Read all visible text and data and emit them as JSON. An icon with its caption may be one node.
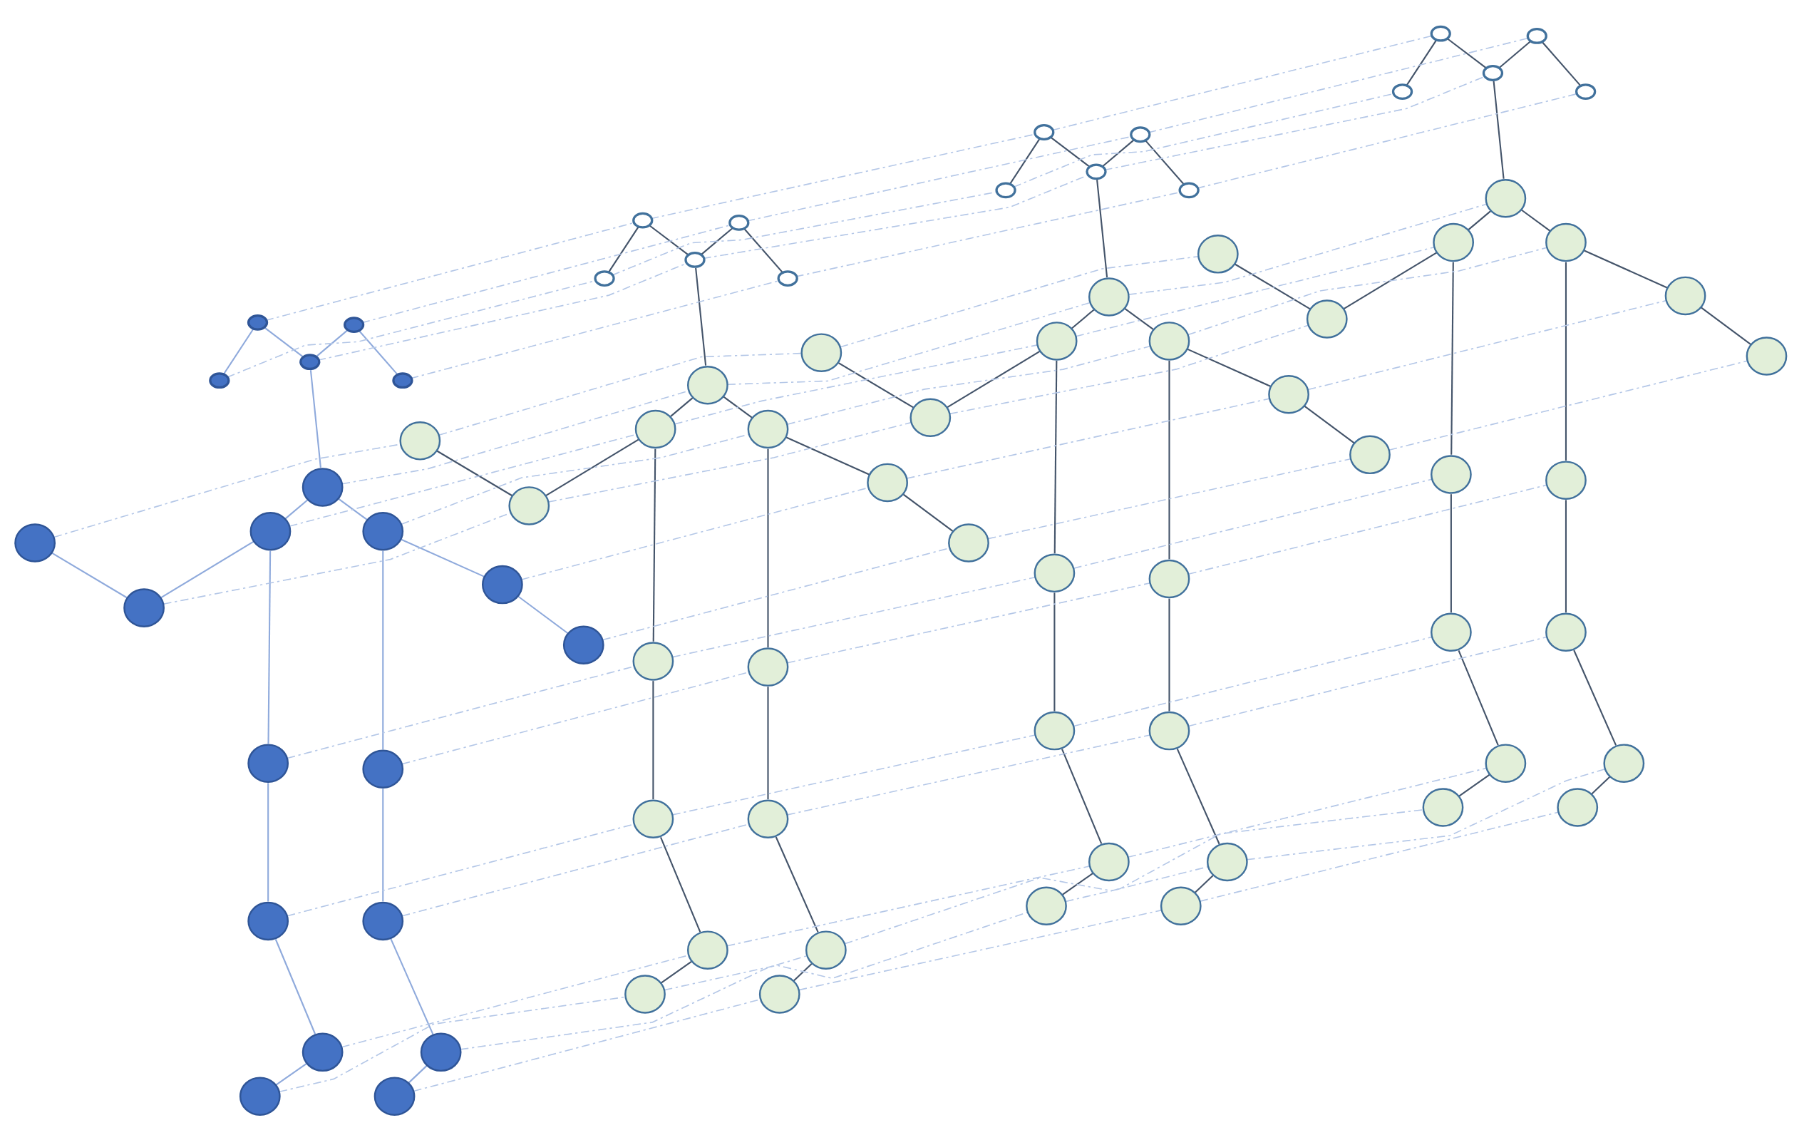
{
  "diagram": {
    "nodes": [
      {
        "text": [],
        "shape": "circle"
      },
      {
        "text": [],
        "shape": "circle"
      },
      {
        "text": [],
        "shape": "circle"
      },
      {
        "text": [],
        "shape": "circle"
      },
      {
        "text": [],
        "shape": "circle"
      },
      {
        "text": [],
        "shape": "circle"
      },
      {
        "text": [],
        "shape": "circle"
      },
      {
        "text": [],
        "shape": "circle"
      },
      {
        "text": [],
        "shape": "circle"
      },
      {
        "text": [],
        "shape": "circle"
      },
      {
        "text": [],
        "shape": "circle"
      },
      {
        "text": [],
        "shape": "circle"
      },
      {
        "text": [],
        "shape": "circle"
      },
      {
        "text": [],
        "shape": "circle"
      },
      {
        "text": [],
        "shape": "circle"
      },
      {
        "text": [],
        "shape": "circle"
      },
      {
        "text": [],
        "shape": "circle"
      },
      {
        "text": [],
        "shape": "circle"
      },
      {
        "text": [],
        "shape": "circle"
      },
      {
        "text": [],
        "shape": "circle"
      },
      {
        "text": [],
        "shape": "circle"
      },
      {
        "text": [],
        "shape": "circle"
      },
      {
        "text": [],
        "shape": "circle"
      },
      {
        "text": [],
        "shape": "circle"
      },
      {
        "text": [],
        "shape": "circle"
      },
      {
        "text": [],
        "shape": "circle"
      },
      {
        "text": [],
        "shape": "circle"
      },
      {
        "text": [],
        "shape": "circle"
      },
      {
        "text": [],
        "shape": "circle"
      },
      {
        "text": [],
        "shape": "circle"
      },
      {
        "text": [],
        "shape": "circle"
      },
      {
        "text": [],
        "shape": "circle"
      },
      {
        "text": [],
        "shape": "circle"
      },
      {
        "text": [],
        "shape": "circle"
      },
      {
        "text": [],
        "shape": "circle"
      },
      {
        "text": [],
        "shape": "circle"
      },
      {
        "text": [],
        "shape": "circle"
      },
      {
        "text": [],
        "shape": "circle"
      },
      {
        "text": [],
        "shape": "circle"
      },
      {
        "text": [],
        "shape": "circle"
      },
      {
        "text": [],
        "shape": "circle"
      },
      {
        "text": [],
        "shape": "circle"
      },
      {
        "text": [],
        "shape": "circle"
      },
      {
        "text": [],
        "shape": "circle"
      },
      {
        "text": [],
        "shape": "circle"
      },
      {
        "text": [],
        "shape": "circle"
      },
      {
        "text": [],
        "shape": "circle"
      },
      {
        "text": [],
        "shape": "circle"
      },
      {
        "text": [],
        "shape": "circle"
      },
      {
        "text": [],
        "shape": "circle"
      },
      {
        "text": [],
        "shape": "circle"
      },
      {
        "text": [],
        "shape": "circle"
      },
      {
        "text": [],
        "shape": "circle"
      },
      {
        "text": [],
        "shape": "circle"
      },
      {
        "text": [],
        "shape": "circle"
      },
      {
        "text": [],
        "shape": "circle"
      },
      {
        "text": [],
        "shape": "circle"
      },
      {
        "text": [],
        "shape": "circle"
      },
      {
        "text": [],
        "shape": "circle"
      },
      {
        "text": [],
        "shape": "circle"
      },
      {
        "text": [],
        "shape": "circle"
      },
      {
        "text": [],
        "shape": "circle"
      },
      {
        "text": [],
        "shape": "circle"
      },
      {
        "text": [],
        "shape": "circle"
      },
      {
        "text": [],
        "shape": "circle"
      },
      {
        "text": [],
        "shape": "circle"
      },
      {
        "text": [],
        "shape": "circle"
      },
      {
        "text": [],
        "shape": "circle"
      },
      {
        "text": [],
        "shape": "circle"
      },
      {
        "text": [],
        "shape": "circle"
      },
      {
        "text": [],
        "shape": "circle"
      },
      {
        "text": [],
        "shape": "circle"
      },
      {
        "text": [],
        "shape": "circle"
      },
      {
        "text": [],
        "shape": "circle"
      },
      {
        "text": [],
        "shape": "circle"
      },
      {
        "text": [],
        "shape": "circle"
      },
      {
        "text": [],
        "shape": "circle"
      },
      {
        "text": [],
        "shape": "circle"
      },
      {
        "text": [],
        "shape": "circle"
      },
      {
        "text": [],
        "shape": "circle"
      }
    ],
    "edges": [
      {
        "from": 3,
        "to": 0,
        "arrow": "none",
        "color": "#8faadc"
      },
      {
        "from": 0,
        "to": 2,
        "arrow": "none",
        "color": "#8faadc"
      },
      {
        "from": 3,
        "to": 1,
        "arrow": "none",
        "color": "#8faadc"
      },
      {
        "from": 1,
        "to": 4,
        "arrow": "none",
        "color": "#8faadc"
      },
      {
        "from": 3,
        "to": 5,
        "arrow": "none",
        "color": "#8faadc"
      },
      {
        "from": 5,
        "to": 6,
        "arrow": "none",
        "color": "#8faadc"
      },
      {
        "from": 5,
        "to": 7,
        "arrow": "none",
        "color": "#8faadc"
      },
      {
        "from": 6,
        "to": 9,
        "arrow": "none",
        "color": "#8faadc"
      },
      {
        "from": 9,
        "to": 8,
        "arrow": "none",
        "color": "#8faadc"
      },
      {
        "from": 7,
        "to": 10,
        "arrow": "none",
        "color": "#8faadc"
      },
      {
        "from": 10,
        "to": 11,
        "arrow": "none",
        "color": "#8faadc"
      },
      {
        "from": 6,
        "to": 12,
        "arrow": "none",
        "color": "#8faadc"
      },
      {
        "from": 7,
        "to": 13,
        "arrow": "none",
        "color": "#8faadc"
      },
      {
        "from": 12,
        "to": 14,
        "arrow": "none",
        "color": "#8faadc"
      },
      {
        "from": 13,
        "to": 15,
        "arrow": "none",
        "color": "#8faadc"
      },
      {
        "from": 14,
        "to": 16,
        "arrow": "none",
        "color": "#8faadc"
      },
      {
        "from": 15,
        "to": 17,
        "arrow": "none",
        "color": "#8faadc"
      },
      {
        "from": 16,
        "to": 18,
        "arrow": "none",
        "color": "#8faadc"
      },
      {
        "from": 17,
        "to": 19,
        "arrow": "none",
        "color": "#8faadc"
      },
      {
        "from": 23,
        "to": 20,
        "arrow": "none",
        "color": "#44546a"
      },
      {
        "from": 20,
        "to": 22,
        "arrow": "none",
        "color": "#44546a"
      },
      {
        "from": 23,
        "to": 21,
        "arrow": "none",
        "color": "#44546a"
      },
      {
        "from": 21,
        "to": 24,
        "arrow": "none",
        "color": "#44546a"
      },
      {
        "from": 23,
        "to": 25,
        "arrow": "none",
        "color": "#44546a"
      },
      {
        "from": 25,
        "to": 26,
        "arrow": "none",
        "color": "#44546a"
      },
      {
        "from": 25,
        "to": 27,
        "arrow": "none",
        "color": "#44546a"
      },
      {
        "from": 26,
        "to": 29,
        "arrow": "none",
        "color": "#44546a"
      },
      {
        "from": 29,
        "to": 28,
        "arrow": "none",
        "color": "#44546a"
      },
      {
        "from": 27,
        "to": 30,
        "arrow": "none",
        "color": "#44546a"
      },
      {
        "from": 30,
        "to": 31,
        "arrow": "none",
        "color": "#44546a"
      },
      {
        "from": 26,
        "to": 32,
        "arrow": "none",
        "color": "#44546a"
      },
      {
        "from": 27,
        "to": 33,
        "arrow": "none",
        "color": "#44546a"
      },
      {
        "from": 32,
        "to": 34,
        "arrow": "none",
        "color": "#44546a"
      },
      {
        "from": 33,
        "to": 35,
        "arrow": "none",
        "color": "#44546a"
      },
      {
        "from": 34,
        "to": 36,
        "arrow": "none",
        "color": "#44546a"
      },
      {
        "from": 35,
        "to": 37,
        "arrow": "none",
        "color": "#44546a"
      },
      {
        "from": 36,
        "to": 38,
        "arrow": "none",
        "color": "#44546a"
      },
      {
        "from": 37,
        "to": 39,
        "arrow": "none",
        "color": "#44546a"
      },
      {
        "from": 43,
        "to": 40,
        "arrow": "none",
        "color": "#44546a"
      },
      {
        "from": 40,
        "to": 42,
        "arrow": "none",
        "color": "#44546a"
      },
      {
        "from": 43,
        "to": 41,
        "arrow": "none",
        "color": "#44546a"
      },
      {
        "from": 41,
        "to": 44,
        "arrow": "none",
        "color": "#44546a"
      },
      {
        "from": 43,
        "to": 45,
        "arrow": "none",
        "color": "#44546a"
      },
      {
        "from": 45,
        "to": 46,
        "arrow": "none",
        "color": "#44546a"
      },
      {
        "from": 45,
        "to": 47,
        "arrow": "none",
        "color": "#44546a"
      },
      {
        "from": 46,
        "to": 49,
        "arrow": "none",
        "color": "#44546a"
      },
      {
        "from": 49,
        "to": 48,
        "arrow": "none",
        "color": "#44546a"
      },
      {
        "from": 47,
        "to": 50,
        "arrow": "none",
        "color": "#44546a"
      },
      {
        "from": 50,
        "to": 51,
        "arrow": "none",
        "color": "#44546a"
      },
      {
        "from": 46,
        "to": 52,
        "arrow": "none",
        "color": "#44546a"
      },
      {
        "from": 47,
        "to": 53,
        "arrow": "none",
        "color": "#44546a"
      },
      {
        "from": 52,
        "to": 54,
        "arrow": "none",
        "color": "#44546a"
      },
      {
        "from": 53,
        "to": 55,
        "arrow": "none",
        "color": "#44546a"
      },
      {
        "from": 54,
        "to": 56,
        "arrow": "none",
        "color": "#44546a"
      },
      {
        "from": 55,
        "to": 57,
        "arrow": "none",
        "color": "#44546a"
      },
      {
        "from": 56,
        "to": 58,
        "arrow": "none",
        "color": "#44546a"
      },
      {
        "from": 57,
        "to": 59,
        "arrow": "none",
        "color": "#44546a"
      },
      {
        "from": 63,
        "to": 60,
        "arrow": "none",
        "color": "#44546a"
      },
      {
        "from": 60,
        "to": 62,
        "arrow": "none",
        "color": "#44546a"
      },
      {
        "from": 63,
        "to": 61,
        "arrow": "none",
        "color": "#44546a"
      },
      {
        "from": 61,
        "to": 64,
        "arrow": "none",
        "color": "#44546a"
      },
      {
        "from": 63,
        "to": 65,
        "arrow": "none",
        "color": "#44546a"
      },
      {
        "from": 65,
        "to": 66,
        "arrow": "none",
        "color": "#44546a"
      },
      {
        "from": 65,
        "to": 67,
        "arrow": "none",
        "color": "#44546a"
      },
      {
        "from": 66,
        "to": 69,
        "arrow": "none",
        "color": "#44546a"
      },
      {
        "from": 69,
        "to": 68,
        "arrow": "none",
        "color": "#44546a"
      },
      {
        "from": 67,
        "to": 70,
        "arrow": "none",
        "color": "#44546a"
      },
      {
        "from": 70,
        "to": 71,
        "arrow": "none",
        "color": "#44546a"
      },
      {
        "from": 66,
        "to": 72,
        "arrow": "none",
        "color": "#44546a"
      },
      {
        "from": 67,
        "to": 73,
        "arrow": "none",
        "color": "#44546a"
      },
      {
        "from": 72,
        "to": 74,
        "arrow": "none",
        "color": "#44546a"
      },
      {
        "from": 73,
        "to": 75,
        "arrow": "none",
        "color": "#44546a"
      },
      {
        "from": 74,
        "to": 76,
        "arrow": "none",
        "color": "#44546a"
      },
      {
        "from": 75,
        "to": 77,
        "arrow": "none",
        "color": "#44546a"
      },
      {
        "from": 76,
        "to": 78,
        "arrow": "none",
        "color": "#44546a"
      },
      {
        "from": 77,
        "to": 79,
        "arrow": "none",
        "color": "#44546a"
      },
      {
        "from": 0,
        "to": 20,
        "arrow": "none",
        "style": "dashed",
        "color": "#b4c7e7"
      },
      {
        "from": 1,
        "to": 21,
        "arrow": "none",
        "style": "dashed",
        "color": "#b4c7e7"
      },
      {
        "from": 2,
        "to": 22,
        "arrow": "none",
        "style": "dashed",
        "color": "#b4c7e7"
      },
      {
        "from": 3,
        "to": 23,
        "arrow": "none",
        "style": "dashed",
        "color": "#b4c7e7"
      },
      {
        "from": 4,
        "to": 24,
        "arrow": "none",
        "style": "dashed",
        "color": "#b4c7e7"
      },
      {
        "from": 5,
        "to": 25,
        "arrow": "none",
        "style": "dashed",
        "color": "#b4c7e7"
      },
      {
        "from": 6,
        "to": 26,
        "arrow": "none",
        "style": "dashed",
        "color": "#b4c7e7"
      },
      {
        "from": 7,
        "to": 27,
        "arrow": "none",
        "style": "dashed",
        "color": "#b4c7e7"
      },
      {
        "from": 8,
        "to": 28,
        "arrow": "none",
        "style": "dashed",
        "color": "#b4c7e7"
      },
      {
        "from": 9,
        "to": 29,
        "arrow": "none",
        "style": "dashed",
        "color": "#b4c7e7"
      },
      {
        "from": 10,
        "to": 30,
        "arrow": "none",
        "style": "dashed",
        "color": "#b4c7e7"
      },
      {
        "from": 11,
        "to": 31,
        "arrow": "none",
        "style": "dashed",
        "color": "#b4c7e7"
      },
      {
        "from": 12,
        "to": 32,
        "arrow": "none",
        "style": "dashed",
        "color": "#b4c7e7"
      },
      {
        "from": 13,
        "to": 33,
        "arrow": "none",
        "style": "dashed",
        "color": "#b4c7e7"
      },
      {
        "from": 14,
        "to": 34,
        "arrow": "none",
        "style": "dashed",
        "color": "#b4c7e7"
      },
      {
        "from": 15,
        "to": 35,
        "arrow": "none",
        "style": "dashed",
        "color": "#b4c7e7"
      },
      {
        "from": 16,
        "to": 36,
        "arrow": "none",
        "style": "dashed",
        "color": "#b4c7e7"
      },
      {
        "from": 17,
        "to": 37,
        "arrow": "none",
        "style": "dashed",
        "color": "#b4c7e7"
      },
      {
        "from": 18,
        "to": 38,
        "arrow": "none",
        "style": "dashed",
        "color": "#b4c7e7"
      },
      {
        "from": 19,
        "to": 39,
        "arrow": "none",
        "style": "dashed",
        "color": "#b4c7e7"
      },
      {
        "from": 20,
        "to": 40,
        "arrow": "none",
        "style": "dashed",
        "color": "#b4c7e7"
      },
      {
        "from": 21,
        "to": 41,
        "arrow": "none",
        "style": "dashed",
        "color": "#b4c7e7"
      },
      {
        "from": 22,
        "to": 42,
        "arrow": "none",
        "style": "dashed",
        "color": "#b4c7e7"
      },
      {
        "from": 23,
        "to": 43,
        "arrow": "none",
        "style": "dashed",
        "color": "#b4c7e7"
      },
      {
        "from": 24,
        "to": 44,
        "arrow": "none",
        "style": "dashed",
        "color": "#b4c7e7"
      },
      {
        "from": 25,
        "to": 45,
        "arrow": "none",
        "style": "dashed",
        "color": "#b4c7e7"
      },
      {
        "from": 26,
        "to": 46,
        "arrow": "none",
        "style": "dashed",
        "color": "#b4c7e7"
      },
      {
        "from": 27,
        "to": 47,
        "arrow": "none",
        "style": "dashed",
        "color": "#b4c7e7"
      },
      {
        "from": 28,
        "to": 48,
        "arrow": "none",
        "style": "dashed",
        "color": "#b4c7e7"
      },
      {
        "from": 29,
        "to": 49,
        "arrow": "none",
        "style": "dashed",
        "color": "#b4c7e7"
      },
      {
        "from": 30,
        "to": 50,
        "arrow": "none",
        "style": "dashed",
        "color": "#b4c7e7"
      },
      {
        "from": 31,
        "to": 51,
        "arrow": "none",
        "style": "dashed",
        "color": "#b4c7e7"
      },
      {
        "from": 32,
        "to": 52,
        "arrow": "none",
        "style": "dashed",
        "color": "#b4c7e7"
      },
      {
        "from": 33,
        "to": 53,
        "arrow": "none",
        "style": "dashed",
        "color": "#b4c7e7"
      },
      {
        "from": 34,
        "to": 54,
        "arrow": "none",
        "style": "dashed",
        "color": "#b4c7e7"
      },
      {
        "from": 35,
        "to": 55,
        "arrow": "none",
        "style": "dashed",
        "color": "#b4c7e7"
      },
      {
        "from": 36,
        "to": 56,
        "arrow": "none",
        "style": "dashed",
        "color": "#b4c7e7"
      },
      {
        "from": 37,
        "to": 57,
        "arrow": "none",
        "style": "dashed",
        "color": "#b4c7e7"
      },
      {
        "from": 38,
        "to": 58,
        "arrow": "none",
        "style": "dashed",
        "color": "#b4c7e7"
      },
      {
        "from": 39,
        "to": 59,
        "arrow": "none",
        "style": "dashed",
        "color": "#b4c7e7"
      },
      {
        "from": 40,
        "to": 60,
        "arrow": "none",
        "style": "dashed",
        "color": "#b4c7e7"
      },
      {
        "from": 41,
        "to": 61,
        "arrow": "none",
        "style": "dashed",
        "color": "#b4c7e7"
      },
      {
        "from": 42,
        "to": 62,
        "arrow": "none",
        "style": "dashed",
        "color": "#b4c7e7"
      },
      {
        "from": 43,
        "to": 63,
        "arrow": "none",
        "style": "dashed",
        "color": "#b4c7e7"
      },
      {
        "from": 44,
        "to": 64,
        "arrow": "none",
        "style": "dashed",
        "color": "#b4c7e7"
      },
      {
        "from": 45,
        "to": 65,
        "arrow": "none",
        "style": "dashed",
        "color": "#b4c7e7"
      },
      {
        "from": 46,
        "to": 66,
        "arrow": "none",
        "style": "dashed",
        "color": "#b4c7e7"
      },
      {
        "from": 47,
        "to": 67,
        "arrow": "none",
        "style": "dashed",
        "color": "#b4c7e7"
      },
      {
        "from": 48,
        "to": 68,
        "arrow": "none",
        "style": "dashed",
        "color": "#b4c7e7"
      },
      {
        "from": 49,
        "to": 69,
        "arrow": "none",
        "style": "dashed",
        "color": "#b4c7e7"
      },
      {
        "from": 50,
        "to": 70,
        "arrow": "none",
        "style": "dashed",
        "color": "#b4c7e7"
      },
      {
        "from": 51,
        "to": 71,
        "arrow": "none",
        "style": "dashed",
        "color": "#b4c7e7"
      },
      {
        "from": 52,
        "to": 72,
        "arrow": "none",
        "style": "dashed",
        "color": "#b4c7e7"
      },
      {
        "from": 53,
        "to": 73,
        "arrow": "none",
        "style": "dashed",
        "color": "#b4c7e7"
      },
      {
        "from": 54,
        "to": 74,
        "arrow": "none",
        "style": "dashed",
        "color": "#b4c7e7"
      },
      {
        "from": 55,
        "to": 75,
        "arrow": "none",
        "style": "dashed",
        "color": "#b4c7e7"
      },
      {
        "from": 56,
        "to": 76,
        "arrow": "none",
        "style": "dashed",
        "color": "#b4c7e7"
      },
      {
        "from": 57,
        "to": 77,
        "arrow": "none",
        "style": "dashed",
        "color": "#b4c7e7"
      },
      {
        "from": 58,
        "to": 78,
        "arrow": "none",
        "style": "dashed",
        "color": "#b4c7e7"
      },
      {
        "from": 59,
        "to": 79,
        "arrow": "none",
        "style": "dashed",
        "color": "#b4c7e7"
      }
    ]
  }
}
